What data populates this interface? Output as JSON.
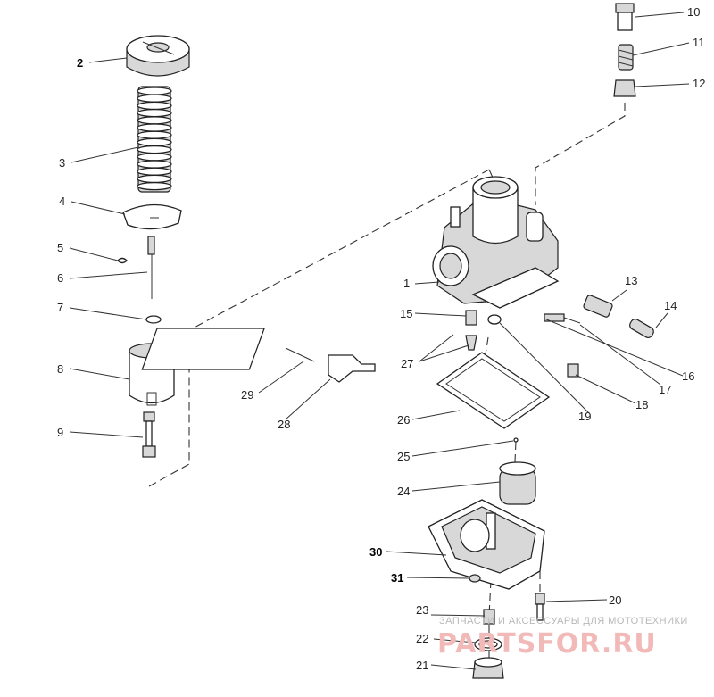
{
  "callouts": [
    "1",
    "2",
    "3",
    "4",
    "5",
    "6",
    "7",
    "8",
    "9",
    "10",
    "11",
    "12",
    "13",
    "14",
    "15",
    "16",
    "17",
    "18",
    "19",
    "20",
    "21",
    "22",
    "23",
    "24",
    "25",
    "26",
    "27",
    "28",
    "29",
    "30",
    "31"
  ],
  "watermark": {
    "tagline": "ЗАПЧАСТИ И АКСЕССУАРЫ ДЛЯ МОТОТЕХНИКИ",
    "site": "PARTSFOR.RU"
  }
}
